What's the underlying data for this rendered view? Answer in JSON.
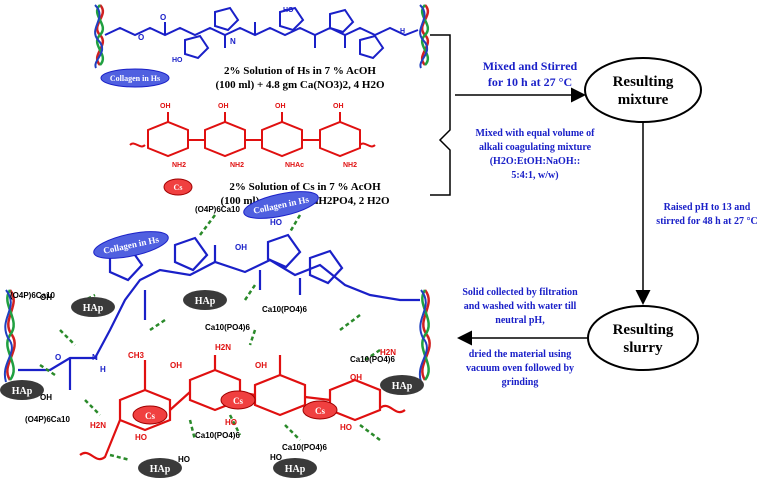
{
  "colors": {
    "collagen": "#1a20c8",
    "chitosan": "#e01010",
    "black": "#000000",
    "hbond": "#2a8a2a",
    "hap_fill": "#3a3a3a",
    "collagen_ellipse": "#5060e0",
    "cs_ellipse": "#f04040",
    "dna_red": "#d02020",
    "dna_green": "#20a040",
    "dna_blue": "#2040c0"
  },
  "top": {
    "hs_badge": "Collagen in Hs",
    "hs_solution_line1": "2% Solution of Hs in 7 % AcOH",
    "hs_solution_line2": "(100 ml) + 4.8 gm Ca(NO3)2, 4 H2O",
    "cs_badge": "Cs",
    "cs_solution_line1": "2% Solution of Cs in 7 % AcOH",
    "cs_solution_line2": "(100 ml) + 1.9 gm NaH2PO4, 2 H2O",
    "cs_labels": {
      "nh2_a": "NH2",
      "nh2_b": "NH2",
      "nhac": "NHAc",
      "nh2_c": "NH2"
    },
    "hs_labels": {
      "ho_a": "HO",
      "ho_b": "HO",
      "n": "N",
      "nh": "H"
    }
  },
  "flow": {
    "step1_line1": "Mixed and Stirred",
    "step1_line2": "for 10 h at 27 °C",
    "step2_line1": "Mixed with equal volume of",
    "step2_line2": "alkali coagulating mixture",
    "step2_line3": "(H2O:EtOH:NaOH::",
    "step2_line4": "5:4:1, w/w)",
    "node1_line1": "Resulting",
    "node1_line2": "mixture",
    "step3_line1": "Raised pH to 13 and",
    "step3_line2": "stirred for 48 h at 27 °C",
    "node2_line1": "Resulting",
    "node2_line2": "slurry",
    "step4_line1": "Solid collected by filtration",
    "step4_line2": "and washed with water till",
    "step4_line3": "neutral pH,",
    "step5_line1": "dried the material using",
    "step5_line2": "vacuum oven followed by",
    "step5_line3": "grinding"
  },
  "composite": {
    "collagen_badge_a": "Collagen in Hs",
    "collagen_badge_b": "Collagen in Hs",
    "hap": "HAp",
    "cs": "Cs",
    "ca_phosphate": "Ca10(PO4)6",
    "ca_phosphate_rev": "(O4P)6Ca10",
    "oh": "OH",
    "ho": "HO",
    "h2n": "H2N",
    "o": "O",
    "n": "N",
    "h": "H",
    "ch3": "CH3"
  }
}
